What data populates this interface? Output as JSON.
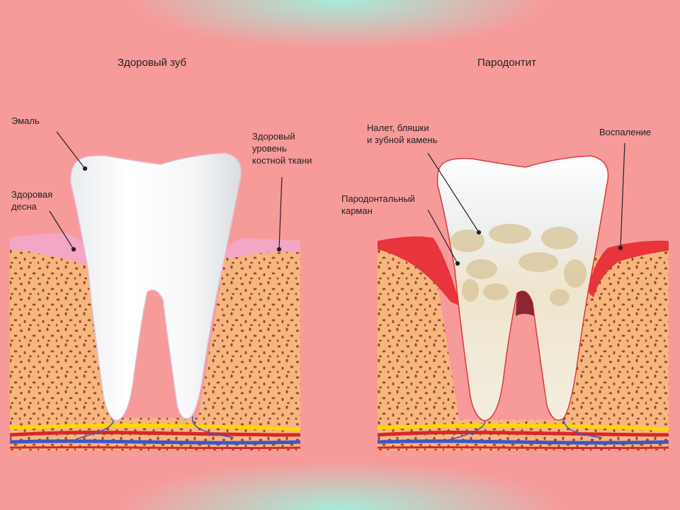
{
  "healthy": {
    "title": "Здоровый зуб",
    "labels": {
      "enamel": "Эмаль",
      "gum": "Здоровая\nдесна",
      "bone": "Здоровый\nуровень\nкостной ткани"
    }
  },
  "disease": {
    "title": "Пародонтит",
    "labels": {
      "plaque": "Налет, бляшки\nи зубной камень",
      "inflammation": "Воспаление",
      "pocket": "Пародонтальный\nкарман"
    }
  },
  "colors": {
    "background": "#f79a9a",
    "accent": "#a6ecd9",
    "bone": "#f6b77f",
    "gum_healthy": "#f4a6c4",
    "gum_inflamed": "#e8343c",
    "artery": "#d9262a",
    "vein": "#3b57c9",
    "nerve": "#ffd600",
    "plaque": "#e6d8b6"
  }
}
